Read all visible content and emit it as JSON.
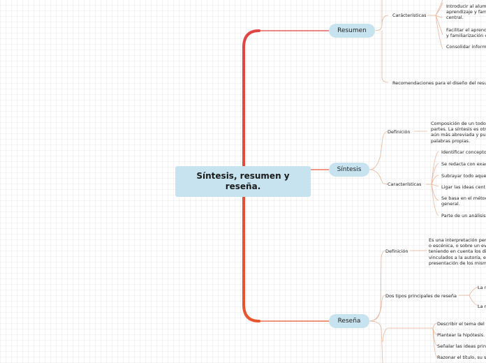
{
  "central_topic": "Síntesis, resumen y reseña.",
  "resumen": {
    "label": "Resumen",
    "caracteristicas_label": "Carácterísticas",
    "caracteristicas_items": [
      "Introducir al alum\naprendizaje y fam\ncentral.",
      "Facilitar el aprend\ny familiarización c",
      "Consolidar inform"
    ],
    "recomendaciones": "Recomendaciones para el diseño del resu"
  },
  "sintesis": {
    "label": "Síntesis",
    "definicion_label": "Definición",
    "definicion_text": "Composición de un todo\npartes. La síntesis es otr\naún más abreviada y pu\npalabras propias.",
    "caracteristicas_label": "Características",
    "caracteristicas_items": [
      "Identificar concepto",
      "Se redacta con exac",
      "Subrayar todo aque",
      "Ligar las ideas cent",
      "Se basa en el métoc\ngeneral.",
      "Parte de un análisis"
    ]
  },
  "resena": {
    "label": "Reseña",
    "definicion_label": "Definición",
    "definicion_text": "Es una interpretación per\no escénica, o sobre un ev\nteniendo en cuenta los di\nvinculados a la autoría, e\npresentación de los mism",
    "tipos_label": "Dos tipos principales de reseña",
    "tipos_items": [
      "La r",
      "La r"
    ],
    "items": [
      "Describir el tema del",
      "Plantear la hipótesis.",
      "Señalar las ideas prin",
      "Razonar el título, su s"
    ]
  }
}
